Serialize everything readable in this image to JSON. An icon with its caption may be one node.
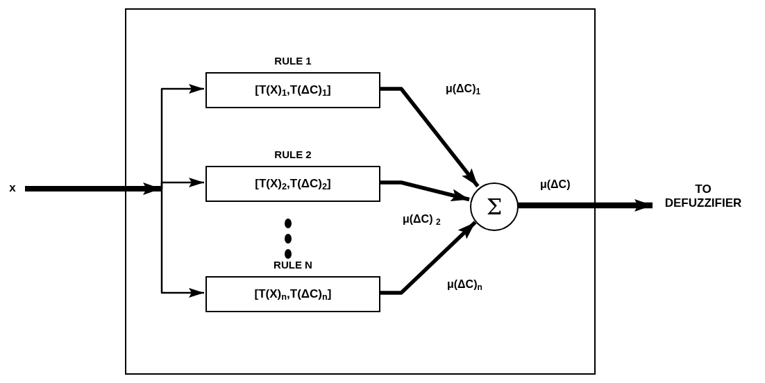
{
  "diagram": {
    "nodes": [
      {
        "text": [],
        "shape": "box"
      },
      {
        "text": [
          "x"
        ]
      },
      {
        "text": [
          "RULE 1",
          "[T(X)$_{1}$,T(ΔC)$_{1}$]"
        ],
        "in": 0
      },
      {
        "text": [
          "RULE 2",
          "[T(X)$_{2}$,T(ΔC)$_{2}$]"
        ],
        "in": 0
      },
      {
        "text": [
          "RULE N",
          "[T(X)$_{n}$,T(ΔC)$_{n}$]"
        ],
        "in": 0
      },
      {
        "text": [
          "Σ"
        ],
        "in": 0
      },
      {
        "text": [
          "TO DEFUZZIFIER"
        ]
      }
    ],
    "edges": [
      {
        "from": 1,
        "to": 2,
        "arrow": "to"
      },
      {
        "from": 1,
        "to": 3,
        "arrow": "to"
      },
      {
        "from": 1,
        "to": 4,
        "arrow": "to"
      },
      {
        "from": 2,
        "to": 5,
        "arrow": "to",
        "label": "μ(ΔC)$_{1}$"
      },
      {
        "from": 3,
        "to": 5,
        "arrow": "to",
        "label": "μ(ΔC) $_{2}$"
      },
      {
        "from": 4,
        "to": 5,
        "arrow": "to",
        "label": "μ(ΔC)$_{n}$"
      },
      {
        "from": 5,
        "to": 6,
        "arrow": "to",
        "label": "μ(ΔC)"
      }
    ]
  }
}
